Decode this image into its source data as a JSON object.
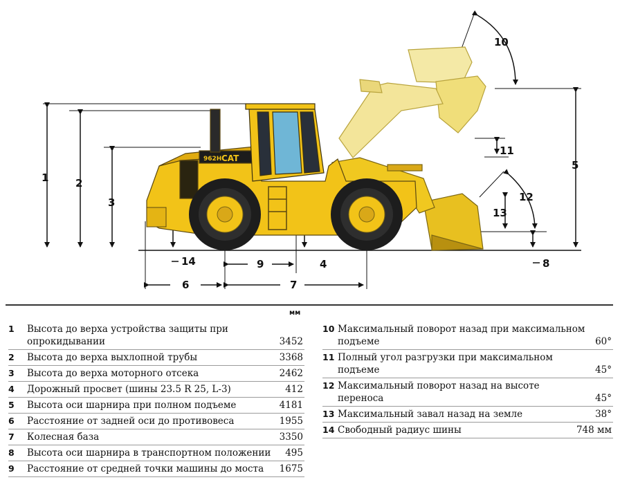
{
  "labels": {
    "l1": "1",
    "l2": "2",
    "l3": "3",
    "l4": "4",
    "l5": "5",
    "l6": "6",
    "l7": "7",
    "l8": "8",
    "l9": "9",
    "l10": "10",
    "l11": "11",
    "l12": "12",
    "l13": "13",
    "l14": "14"
  },
  "cab_label": "962H",
  "brand": "CAT",
  "unit": "мм",
  "left_rows": [
    {
      "num": "1",
      "text": "Высота до верха устройства защиты при опрокидывании",
      "value": "3452"
    },
    {
      "num": "2",
      "text": "Высота до верха выхлопной трубы",
      "value": "3368"
    },
    {
      "num": "3",
      "text": "Высота до верха моторного отсека",
      "value": "2462"
    },
    {
      "num": "4",
      "text": "Дорожный просвет (шины 23.5 R 25, L-3)",
      "value": "412"
    },
    {
      "num": "5",
      "text": "Высота оси шарнира при полном подъеме",
      "value": "4181"
    },
    {
      "num": "6",
      "text": "Расстояние от задней оси до противовеса",
      "value": "1955"
    },
    {
      "num": "7",
      "text": "Колесная база",
      "value": "3350"
    },
    {
      "num": "8",
      "text": "Высота оси шарнира в транспортном положении",
      "value": "495"
    },
    {
      "num": "9",
      "text": "Расстояние от средней точки машины до моста",
      "value": "1675"
    }
  ],
  "right_rows": [
    {
      "num": "10",
      "text": "Максимальный поворот назад при максимальном подъеме",
      "value": "60°"
    },
    {
      "num": "11",
      "text": "Полный угол разгрузки при максимальном подъеме",
      "value": "45°"
    },
    {
      "num": "12",
      "text": "Максимальный поворот назад на высоте переноса",
      "value": "45°"
    },
    {
      "num": "13",
      "text": "Максимальный завал назад на земле",
      "value": "38°"
    },
    {
      "num": "14",
      "text": "Свободный радиус шины",
      "value": "748 мм"
    }
  ]
}
